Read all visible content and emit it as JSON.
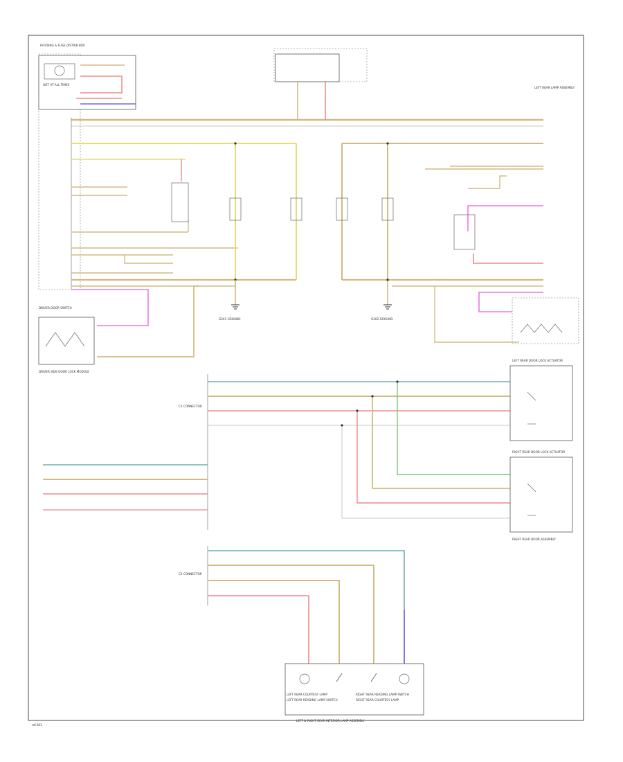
{
  "colors": {
    "tan": "#d2bb82",
    "yellow": "#e6dc78",
    "red": "#ef8a8a",
    "pink": "#e879e8",
    "blue": "#6a6ae6",
    "teal": "#6fb1b1",
    "green": "#78c878",
    "gray": "#c8c8c8"
  },
  "labels": {
    "ref": "ref.101",
    "top_left_module": "HOUSING & FUSE DISTRIB BOX",
    "fuse_box": "HOT AT ALL TIMES",
    "left_rear_lamp": "LEFT REAR LAMP ASSEMBLY",
    "left_switch": "DRIVER DOOR SWITCH",
    "left_bottom_box": "DRIVER SIDE DOOR LOCK MODULE",
    "ground_1": "G201 GROUND",
    "ground_2": "G202 GROUND",
    "connector_1": "C1 CONNECTOR",
    "connector_2": "C2 CONNECTOR",
    "right_top_box": "LEFT REAR DOOR LOCK ACTUATOR",
    "right_mid_box": "RIGHT REAR DOOR LOCK ACTUATOR",
    "right_mid_caption": "RIGHT REAR DOOR ASSEMBLY",
    "bottom_assembly": "LEFT & RIGHT REAR INTERIOR LAMP ASSEMBLY",
    "bottom_items": [
      "LEFT REAR COURTESY LAMP",
      "LEFT REAR READING LAMP SWITCH",
      "RIGHT REAR READING LAMP SWITCH",
      "RIGHT REAR COURTESY LAMP"
    ]
  }
}
